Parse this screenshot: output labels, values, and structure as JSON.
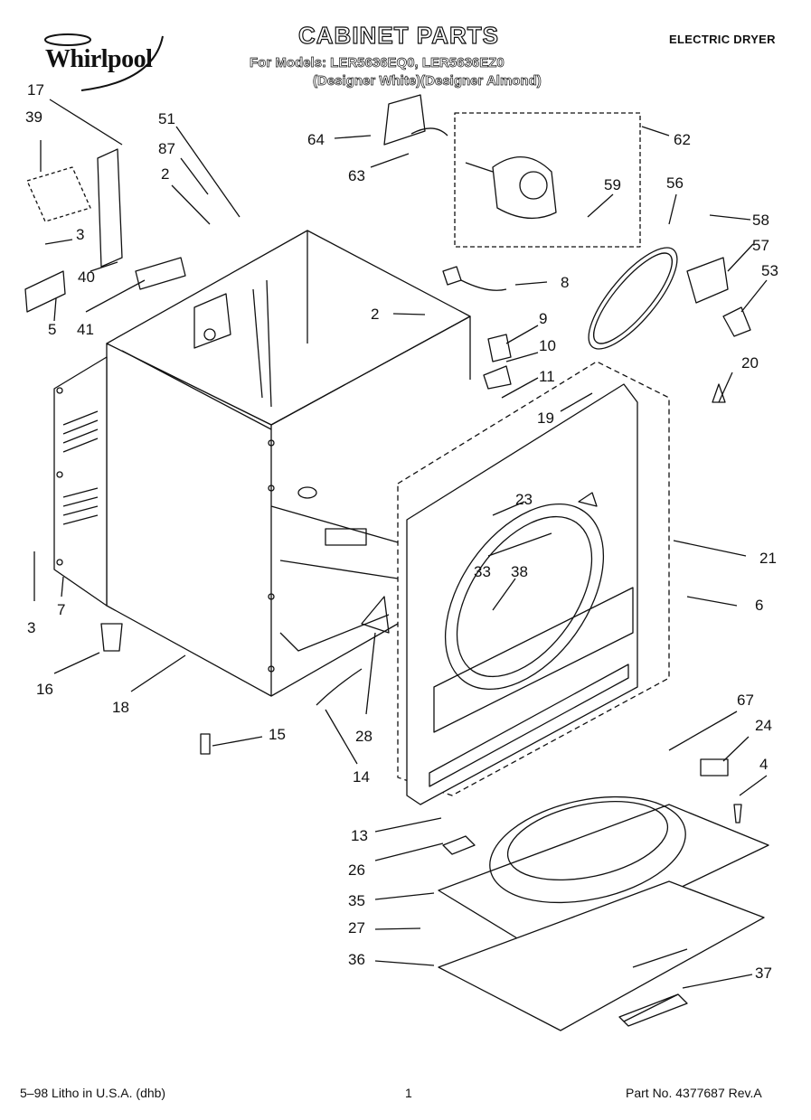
{
  "header": {
    "brand": "Whirlpool",
    "title": "CABINET PARTS",
    "models_line": "For Models: LER5636EQ0, LER5636EZ0",
    "variants_line": "(Designer White)(Designer Almond)",
    "product_type": "ELECTRIC DRYER"
  },
  "footer": {
    "left": "5–98 Litho in U.S.A. (dhb)",
    "center": "1",
    "right": "Part No. 4377687 Rev.A"
  },
  "callouts": [
    {
      "id": "c17",
      "label": "17"
    },
    {
      "id": "c39",
      "label": "39"
    },
    {
      "id": "c51",
      "label": "51"
    },
    {
      "id": "c87",
      "label": "87"
    },
    {
      "id": "c2a",
      "label": "2"
    },
    {
      "id": "c3a",
      "label": "3"
    },
    {
      "id": "c40",
      "label": "40"
    },
    {
      "id": "c5",
      "label": "5"
    },
    {
      "id": "c41",
      "label": "41"
    },
    {
      "id": "c64",
      "label": "64"
    },
    {
      "id": "c63",
      "label": "63"
    },
    {
      "id": "c62",
      "label": "62"
    },
    {
      "id": "c59",
      "label": "59"
    },
    {
      "id": "c56",
      "label": "56"
    },
    {
      "id": "c58",
      "label": "58"
    },
    {
      "id": "c57",
      "label": "57"
    },
    {
      "id": "c53",
      "label": "53"
    },
    {
      "id": "c8",
      "label": "8"
    },
    {
      "id": "c2b",
      "label": "2"
    },
    {
      "id": "c9",
      "label": "9"
    },
    {
      "id": "c10",
      "label": "10"
    },
    {
      "id": "c11",
      "label": "11"
    },
    {
      "id": "c19",
      "label": "19"
    },
    {
      "id": "c20",
      "label": "20"
    },
    {
      "id": "c23",
      "label": "23"
    },
    {
      "id": "c33",
      "label": "33"
    },
    {
      "id": "c38",
      "label": "38"
    },
    {
      "id": "c21",
      "label": "21"
    },
    {
      "id": "c6",
      "label": "6"
    },
    {
      "id": "c3b",
      "label": "3"
    },
    {
      "id": "c7",
      "label": "7"
    },
    {
      "id": "c16",
      "label": "16"
    },
    {
      "id": "c18",
      "label": "18"
    },
    {
      "id": "c15",
      "label": "15"
    },
    {
      "id": "c28",
      "label": "28"
    },
    {
      "id": "c14",
      "label": "14"
    },
    {
      "id": "c67",
      "label": "67"
    },
    {
      "id": "c24",
      "label": "24"
    },
    {
      "id": "c4",
      "label": "4"
    },
    {
      "id": "c13",
      "label": "13"
    },
    {
      "id": "c26",
      "label": "26"
    },
    {
      "id": "c35",
      "label": "35"
    },
    {
      "id": "c27",
      "label": "27"
    },
    {
      "id": "c36",
      "label": "36"
    },
    {
      "id": "c37",
      "label": "37"
    }
  ]
}
